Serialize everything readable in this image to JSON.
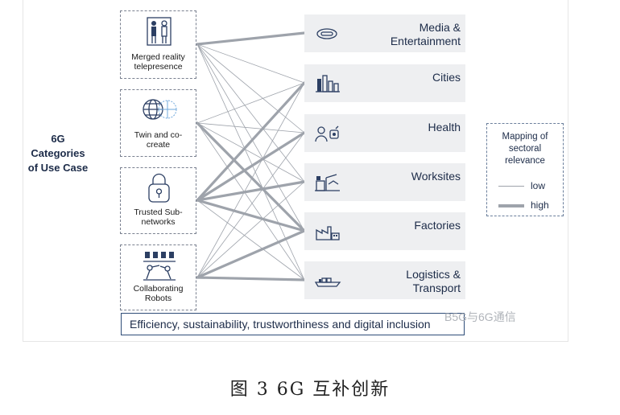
{
  "title": "6G\nCategories\nof Use Case",
  "categories": [
    {
      "label": "Merged reality\ntelepresence",
      "icon": "people-icon"
    },
    {
      "label": "Twin and co-\ncreate",
      "icon": "globe-twin-icon"
    },
    {
      "label": "Trusted Sub-\nnetworks",
      "icon": "lock-icon"
    },
    {
      "label": "Collaborating\nRobots",
      "icon": "robot-arm-icon"
    }
  ],
  "sectors": [
    {
      "label": "Media &\nEntertainment",
      "icon": "headset-icon"
    },
    {
      "label": "Cities",
      "icon": "buildings-icon"
    },
    {
      "label": "Health",
      "icon": "doctor-icon"
    },
    {
      "label": "Worksites",
      "icon": "crane-icon"
    },
    {
      "label": "Factories",
      "icon": "factory-icon"
    },
    {
      "label": "Logistics &\nTransport",
      "icon": "ship-icon"
    }
  ],
  "links": [
    {
      "from": 0,
      "to": 0,
      "w": "high"
    },
    {
      "from": 0,
      "to": 1,
      "w": "low"
    },
    {
      "from": 0,
      "to": 2,
      "w": "low"
    },
    {
      "from": 0,
      "to": 3,
      "w": "low"
    },
    {
      "from": 0,
      "to": 4,
      "w": "low"
    },
    {
      "from": 0,
      "to": 5,
      "w": "low"
    },
    {
      "from": 1,
      "to": 1,
      "w": "low"
    },
    {
      "from": 1,
      "to": 2,
      "w": "low"
    },
    {
      "from": 1,
      "to": 3,
      "w": "low"
    },
    {
      "from": 1,
      "to": 4,
      "w": "high"
    },
    {
      "from": 1,
      "to": 5,
      "w": "low"
    },
    {
      "from": 2,
      "to": 1,
      "w": "high"
    },
    {
      "from": 2,
      "to": 2,
      "w": "high"
    },
    {
      "from": 2,
      "to": 3,
      "w": "high"
    },
    {
      "from": 2,
      "to": 4,
      "w": "high"
    },
    {
      "from": 2,
      "to": 5,
      "w": "low"
    },
    {
      "from": 3,
      "to": 1,
      "w": "low"
    },
    {
      "from": 3,
      "to": 2,
      "w": "low"
    },
    {
      "from": 3,
      "to": 3,
      "w": "low"
    },
    {
      "from": 3,
      "to": 4,
      "w": "high"
    },
    {
      "from": 3,
      "to": 5,
      "w": "high"
    }
  ],
  "legend": {
    "title": "Mapping of\nsectoral\nrelevance",
    "low": "low",
    "high": "high"
  },
  "footer": "Efficiency, sustainability, trustworthiness and digital inclusion",
  "watermark": "B5G与6G通信",
  "caption": "图 3   6G 互补创新",
  "colors": {
    "link": "#9ea3ab",
    "text": "#1c2b48",
    "sector_bg": "#eeeff1",
    "icon": "#2c3f63"
  }
}
